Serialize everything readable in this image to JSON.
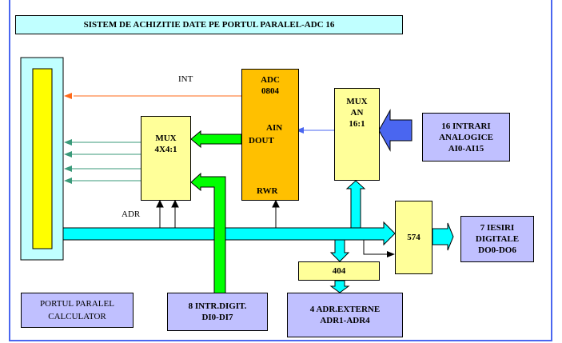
{
  "title": "SISTEM DE ACHIZITIE DATE PE PORTUL PARALEL-ADC 16",
  "blocks": {
    "port_label": "PORTUL PARALEL CALCULATOR",
    "port_label_line1": "PORTUL PARALEL",
    "port_label_line2": "CALCULATOR",
    "mux4": {
      "line1": "MUX",
      "line2": "4X4:1"
    },
    "adc": {
      "line1": "ADC",
      "line2": "0804",
      "ain": "AIN",
      "dout": "DOUT",
      "rwr": "RWR"
    },
    "muxan": {
      "line1": "MUX",
      "line2": "AN",
      "line3": "16:1"
    },
    "analog_in": {
      "line1": "16 INTRARI",
      "line2": "ANALOGICE",
      "line3": "AI0-AI15"
    },
    "latch574": "574",
    "digital_out": {
      "line1": "7 IESIRI",
      "line2": "DIGITALE",
      "line3": "DO0-DO6"
    },
    "buf404": "404",
    "ext_addr": {
      "line1": "4 ADR.EXTERNE",
      "line2": "ADR1-ADR4"
    },
    "digital_in": {
      "line1": "8 INTR.DIGIT.",
      "line2": "DI0-DI7"
    }
  },
  "signals": {
    "int": "INT",
    "adr": "ADR"
  },
  "colors": {
    "frame": "#4a66f0",
    "title_bg": "#c0ffff",
    "port_bg": "#c0ffff",
    "port_inner": "#ffff00",
    "block_yellow": "#ffff99",
    "adc": "#ffc000",
    "lavender": "#c0c0ff",
    "bus_cyan": "#00ffff",
    "bus_green": "#00ff00",
    "arrow_blue": "#4a66f0",
    "int_orange": "#ff6a1a",
    "data_teal": "#3a9a7a"
  }
}
